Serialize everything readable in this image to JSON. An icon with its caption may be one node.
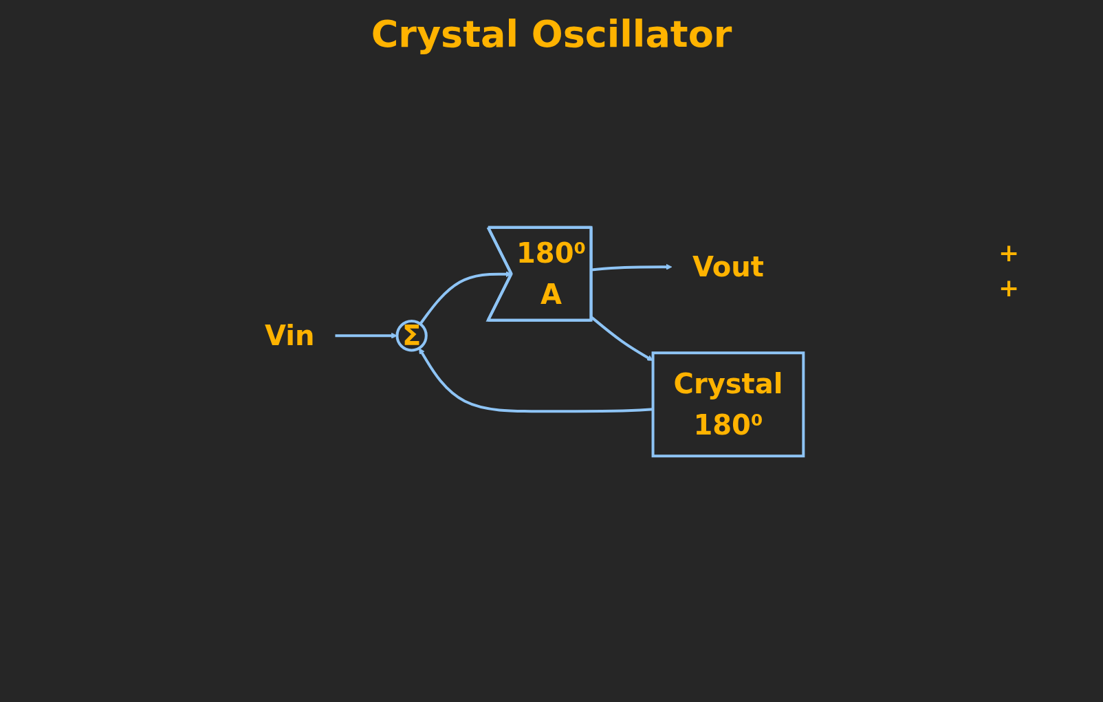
{
  "diagram": {
    "title": "Crystal Oscillator",
    "nodes": [
      {
        "text": [
          "Vin"
        ]
      },
      {
        "text": [
          "Σ"
        ]
      },
      {
        "text": [
          "180⁰",
          "A"
        ]
      },
      {
        "text": [
          "Vout"
        ]
      },
      {
        "text": [
          "Crystal",
          "180⁰"
        ]
      }
    ],
    "edges": [
      {
        "from": 0,
        "to": 1,
        "arrow": "to"
      },
      {
        "from": 1,
        "to": 2,
        "arrow": "to"
      },
      {
        "from": 2,
        "to": 3,
        "arrow": "to"
      },
      {
        "from": 2,
        "to": 4,
        "arrow": "to"
      },
      {
        "from": 4,
        "to": 1,
        "arrow": "to"
      }
    ],
    "labels": [
      "+",
      "+"
    ]
  }
}
